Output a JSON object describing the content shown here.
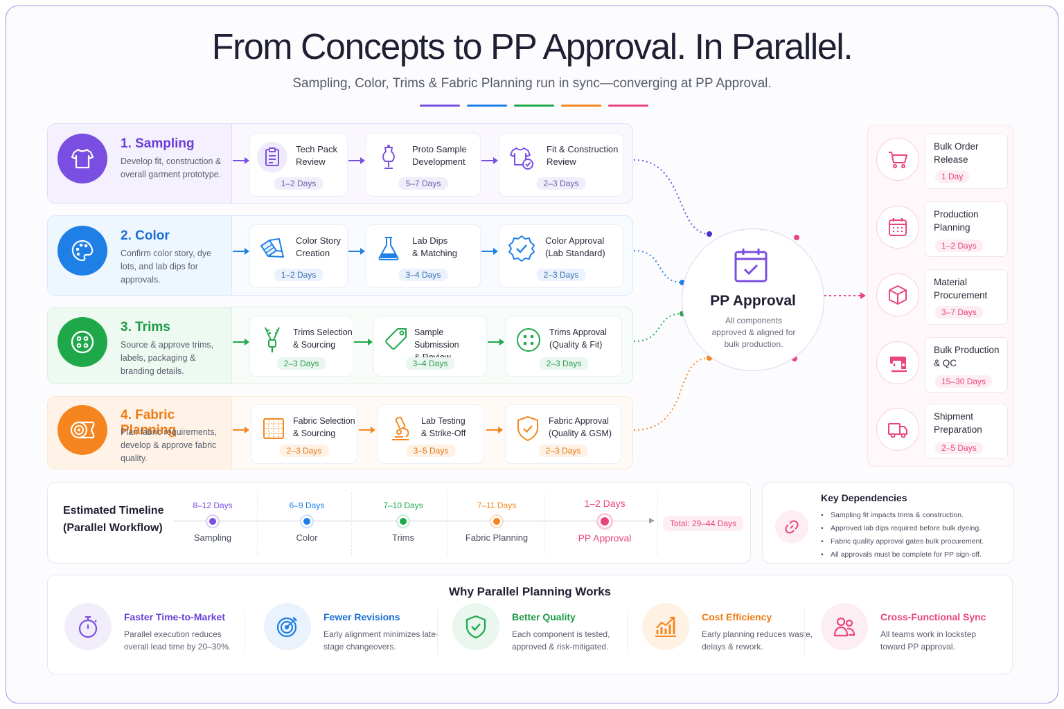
{
  "title": "From Concepts to PP Approval. In Parallel.",
  "subtitle": "Sampling, Color, Trims & Fabric Planning run in sync—converging at PP Approval.",
  "colors": {
    "sampling": "#7a4ee0",
    "color": "#1e7fe6",
    "trims": "#1fa84a",
    "fabric": "#f5861f",
    "pp": "#e8457e"
  },
  "lanes": [
    {
      "title": "1. Sampling",
      "desc": "Develop fit, construction & overall garment prototype.",
      "icon": "tshirt-icon",
      "steps": [
        {
          "label": "Tech Pack\nReview",
          "duration": "1–2 Days",
          "icon": "clipboard-icon"
        },
        {
          "label": "Proto Sample\nDevelopment",
          "duration": "5–7 Days",
          "icon": "dress-form-icon"
        },
        {
          "label": "Fit & Construction\nReview",
          "duration": "2–3 Days",
          "icon": "tshirt-check-icon"
        }
      ]
    },
    {
      "title": "2. Color",
      "desc": "Confirm color story, dye lots, and lab dips for approvals.",
      "icon": "palette-icon",
      "steps": [
        {
          "label": "Color Story\nCreation",
          "duration": "1–2 Days",
          "icon": "swatch-icon"
        },
        {
          "label": "Lab Dips\n& Matching",
          "duration": "3–4 Days",
          "icon": "flask-icon"
        },
        {
          "label": "Color Approval\n(Lab Standard)",
          "duration": "2–3 Days",
          "icon": "badge-check-icon"
        }
      ]
    },
    {
      "title": "3. Trims",
      "desc": "Source & approve trims, labels, packaging & branding details.",
      "icon": "button-icon",
      "steps": [
        {
          "label": "Trims Selection\n& Sourcing",
          "duration": "2–3 Days",
          "icon": "zipper-icon"
        },
        {
          "label": "Sample Submission\n& Review",
          "duration": "3–4 Days",
          "icon": "tag-icon"
        },
        {
          "label": "Trims Approval\n(Quality & Fit)",
          "duration": "2–3 Days",
          "icon": "button-small-icon"
        }
      ]
    },
    {
      "title": "4. Fabric Planning",
      "desc": "Plan fabric requirements, develop & approve fabric quality.",
      "icon": "fabric-roll-icon",
      "steps": [
        {
          "label": "Fabric Selection\n& Sourcing",
          "duration": "2–3 Days",
          "icon": "fabric-swatch-icon"
        },
        {
          "label": "Lab Testing\n& Strike-Off",
          "duration": "3–5 Days",
          "icon": "microscope-icon"
        },
        {
          "label": "Fabric Approval\n(Quality & GSM)",
          "duration": "2–3 Days",
          "icon": "shield-check-icon"
        }
      ]
    }
  ],
  "pp_approval": {
    "title": "PP Approval",
    "desc": "All components approved & aligned for bulk production.",
    "icon": "calendar-check-icon"
  },
  "after_pp": [
    {
      "label": "Bulk Order\nRelease",
      "duration": "1 Day",
      "icon": "cart-icon"
    },
    {
      "label": "Production\nPlanning",
      "duration": "1–2 Days",
      "icon": "calendar-grid-icon"
    },
    {
      "label": "Material\nProcurement",
      "duration": "3–7 Days",
      "icon": "box-icon"
    },
    {
      "label": "Bulk Production\n& QC",
      "duration": "15–30 Days",
      "icon": "sewing-machine-icon"
    },
    {
      "label": "Shipment\nPreparation",
      "duration": "2–5 Days",
      "icon": "truck-icon"
    }
  ],
  "timeline": {
    "title": "Estimated Timeline\n(Parallel Workflow)",
    "items": [
      {
        "name": "Sampling",
        "duration": "8–12 Days"
      },
      {
        "name": "Color",
        "duration": "6–9 Days"
      },
      {
        "name": "Trims",
        "duration": "7–10 Days"
      },
      {
        "name": "Fabric Planning",
        "duration": "7–11 Days"
      },
      {
        "name": "PP Approval",
        "duration": "1–2 Days"
      }
    ],
    "total": "Total: 29–44 Days"
  },
  "dependencies": {
    "title": "Key Dependencies",
    "icon": "link-icon",
    "items": [
      "Sampling fit impacts trims & construction.",
      "Approved lab dips required before bulk dyeing.",
      "Fabric quality approval gates bulk procurement.",
      "All approvals must be complete for PP sign-off."
    ]
  },
  "why": {
    "title": "Why Parallel Planning Works",
    "items": [
      {
        "title": "Faster Time-to-Market",
        "desc": "Parallel execution reduces overall lead time by 20–30%.",
        "icon": "stopwatch-icon"
      },
      {
        "title": "Fewer Revisions",
        "desc": "Early alignment minimizes late-stage changeovers.",
        "icon": "target-icon"
      },
      {
        "title": "Better Quality",
        "desc": "Each component is tested, approved & risk-mitigated.",
        "icon": "shield-check-icon"
      },
      {
        "title": "Cost Efficiency",
        "desc": "Early planning reduces waste, delays & rework.",
        "icon": "chart-up-icon"
      },
      {
        "title": "Cross-Functional Sync",
        "desc": "All teams work in lockstep toward PP approval.",
        "icon": "team-icon"
      }
    ]
  }
}
